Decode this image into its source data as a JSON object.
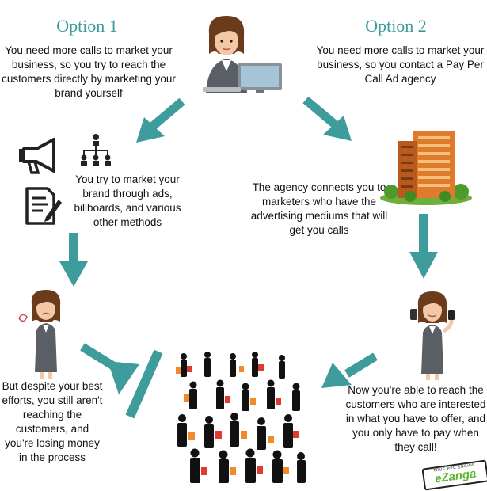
{
  "option1": {
    "heading": "Option 1",
    "intro": "You need more calls to market your business, so you try to reach the customers directly by marketing your brand yourself",
    "step2": "You try to market your brand through ads, billboards, and various other methods",
    "step3": "But despite your best efforts, you still aren't reaching the customers, and you're losing money in the process"
  },
  "option2": {
    "heading": "Option 2",
    "intro": "You need more calls to market your business, so you contact a Pay Per Call Ad agency",
    "step2": "The agency connects you to marketers who have the advertising mediums that will get you calls",
    "step3": "Now you're able to reach the customers who are interested in what you have to offer, and you only have to pay when they call!"
  },
  "logo": {
    "text": "eZanga",
    "tagline": "TRUE PPC ENGINE"
  },
  "colors": {
    "accent": "#3a9a9a",
    "arrow": "#3f9c9c",
    "building": "#e07b2e",
    "logo_green": "#5cb531"
  }
}
